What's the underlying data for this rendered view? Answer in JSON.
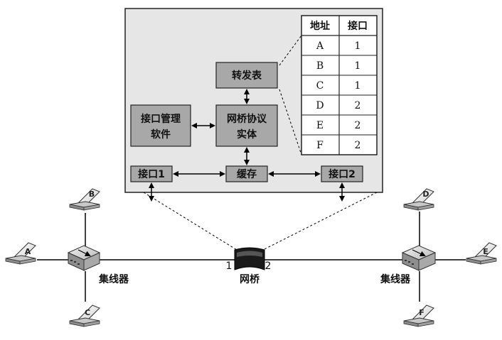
{
  "bridge_internal": {
    "forwarding_table_label": "转发表",
    "interface_mgmt_line1": "接口管理",
    "interface_mgmt_line2": "软件",
    "protocol_entity_line1": "网桥协议",
    "protocol_entity_line2": "实体",
    "interface1_label": "接口1",
    "buffer_label": "缓存",
    "interface2_label": "接口2"
  },
  "address_table": {
    "headers": [
      "地址",
      "接口"
    ],
    "rows": [
      [
        "A",
        "1"
      ],
      [
        "B",
        "1"
      ],
      [
        "C",
        "1"
      ],
      [
        "D",
        "2"
      ],
      [
        "E",
        "2"
      ],
      [
        "F",
        "2"
      ]
    ]
  },
  "network": {
    "left_hub_label": "集线器",
    "right_hub_label": "集线器",
    "bridge_label": "网桥",
    "bridge_port1": "1",
    "bridge_port2": "2",
    "hosts": [
      "A",
      "B",
      "C",
      "D",
      "E",
      "F"
    ]
  }
}
